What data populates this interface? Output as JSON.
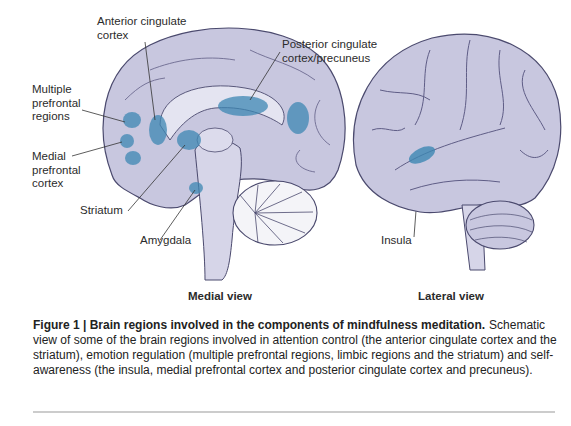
{
  "diagram": {
    "title": "Figure 1 | Brain regions involved in the components of mindfulness meditation.",
    "caption": "Schematic view of some of the brain regions involved in attention control (the anterior cingulate cortex and the striatum), emotion regulation (multiple prefrontal regions, limbic regions and the striatum) and self-awareness (the insula, medial prefrontal cortex and posterior cingulate cortex and precuneus).",
    "labels": [
      "Anterior cingulate cortex",
      "Posterior cingulate cortex/precuneus",
      "Multiple prefrontal regions",
      "Medial prefrontal cortex",
      "Striatum",
      "Amygdala",
      "Insula",
      "Medial view",
      "Lateral view"
    ]
  }
}
